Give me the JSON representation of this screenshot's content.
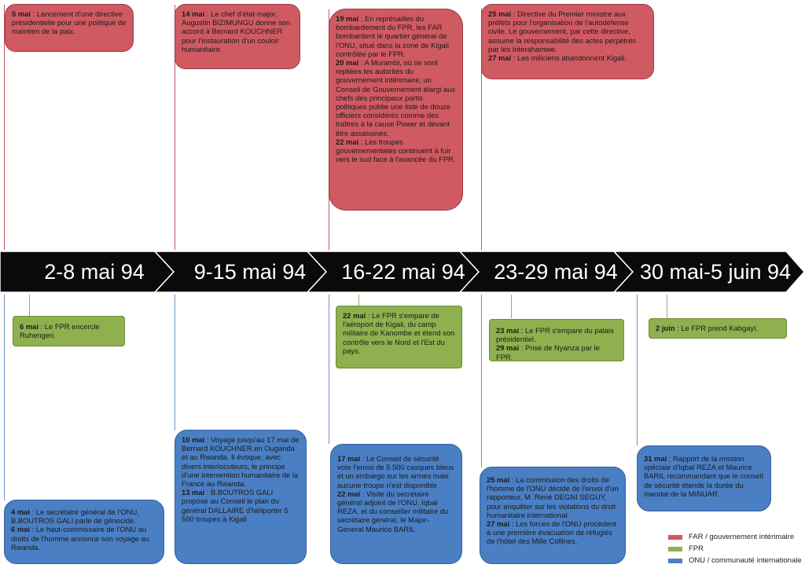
{
  "periods": [
    "2-8 mai 94",
    "9-15 mai 94",
    "16-22 mai 94",
    "23-29 mai 94",
    "30 mai-5 juin 94"
  ],
  "colors": {
    "far": "#d05a62",
    "fpr": "#8fb04e",
    "onu": "#4a7fc4",
    "band": "#0a0a0a"
  },
  "cards": {
    "far_1": [
      {
        "date": "5 mai",
        "text": " : Lancement d'une directive présidentielle pour une politique de maintien de la paix."
      }
    ],
    "far_2": [
      {
        "date": "14 mai",
        "text": " : Le chef d'état-major, Augustin BIZIMUNGU donne son accord à Bernard KOUCHNER pour l'instauration d'un couloir humanitaire."
      }
    ],
    "far_3": [
      {
        "date": "19 mai",
        "text": " : En représailles du bombardement du FPR, les FAR bombardent le quartier général de l'ONU, situé dans la zone de Kigali contrôlée par le FPR."
      },
      {
        "date": "20 mai",
        "text": " : A Murambi, où se sont repliées les autorités du gouvernement intérimaire, un Conseil de Gouvernement élargi aux chefs des principaux partis politiques publie une liste de douze officiers considérés comme des traîtres à la cause Power et devant être assassinés."
      },
      {
        "date": "22 mai",
        "text": " : Les troupes gouvernementales continuent à fuir vers le sud face à l'avancée du FPR."
      }
    ],
    "far_4": [
      {
        "date": "25 mai",
        "text": " : Directive du Premier ministre aux préfets pour l'organisation de l'autodéfense civile. Le gouvernement, par cette directive, assume la responsabilité des actes perpétrés par les Interahamwe."
      },
      {
        "date": "27 mai",
        "text": " : Les miliciens abandonnent Kigali."
      }
    ],
    "fpr_1": [
      {
        "date": "6 mai",
        "text": " : Le FPR encercle Ruhengeri."
      }
    ],
    "fpr_3": [
      {
        "date": "22 mai",
        "text": " : Le FPR s'empare de l'aéroport de Kigali, du camp militaire de Kanombe et étend son contrôle vers le Nord et l'Est du pays."
      }
    ],
    "fpr_4": [
      {
        "date": "23 mai",
        "text": " : Le FPR s'empare du palais présidentiel."
      },
      {
        "date": "29 mai",
        "text": " : Prise de Nyanza par le FPR."
      }
    ],
    "fpr_5": [
      {
        "date": "2 juin",
        "text": " : Le FPR prend Kabgayi."
      }
    ],
    "onu_1": [
      {
        "date": "4 mai",
        "text": " : Le secrétaire général de l'ONU, B.BOUTROS GALI parle de génocide."
      },
      {
        "date": "6 mai",
        "text": " : Le haut-commissaire de l'ONU au droits de l'homme annonce son voyage au Rwanda."
      }
    ],
    "onu_2": [
      {
        "date": "10 mai",
        "text": " : Voyage jusqu'au 17 mai de Bernard KOUCHNER en Ouganda et au Rwanda. Il évoque, avec divers interlocuteurs, le principe d'une intervention humanitaire de la France au Rwanda."
      },
      {
        "date": "13 mai",
        "text": " : B.BOUTROS GALI propose au Conseil le plan du général DALLAIRE d'héliporter 5 500 troupes à Kigali"
      }
    ],
    "onu_3": [
      {
        "date": "17 mai",
        "text": " : Le Conseil de sécurité vote l'envoi de 5 500 casques bleus et un embargo sur les armes mais aucune troupe n'est disponible ."
      },
      {
        "date": "22 mai",
        "text": " : Visite du secrétaire général adjoint de l'ONU, Iqbal REZA, et du conseiller militaire du secrétaire général, le Major-General Maurice BARIL."
      }
    ],
    "onu_4": [
      {
        "date": "25 mai",
        "text": " : La commission des droits de l'homme de l'ONU décide de l'envoi d'un rapporteur, M. René DEGNI SEGUY, pour enquêter sur les violations du droit humanitaire international."
      },
      {
        "date": "27 mai",
        "text": " : Les forces de l'ONU procèdent à une première évacuation de réfugiés de l'hôtel des Mille Collines."
      }
    ],
    "onu_5": [
      {
        "date": "31 mai",
        "text": " : Rapport de la mission spéciale d'Iqbal REZA et Maurice BARIL recommandant que le conseil de sécurité étende la durée du  mandat de la MINUAR."
      }
    ]
  },
  "legend": [
    {
      "label": "FAR / gouvernement intérimaire",
      "color": "#d05a62"
    },
    {
      "label": "FPR",
      "color": "#8fb04e"
    },
    {
      "label": "ONU / communauté internationale",
      "color": "#4a7fc4"
    }
  ]
}
